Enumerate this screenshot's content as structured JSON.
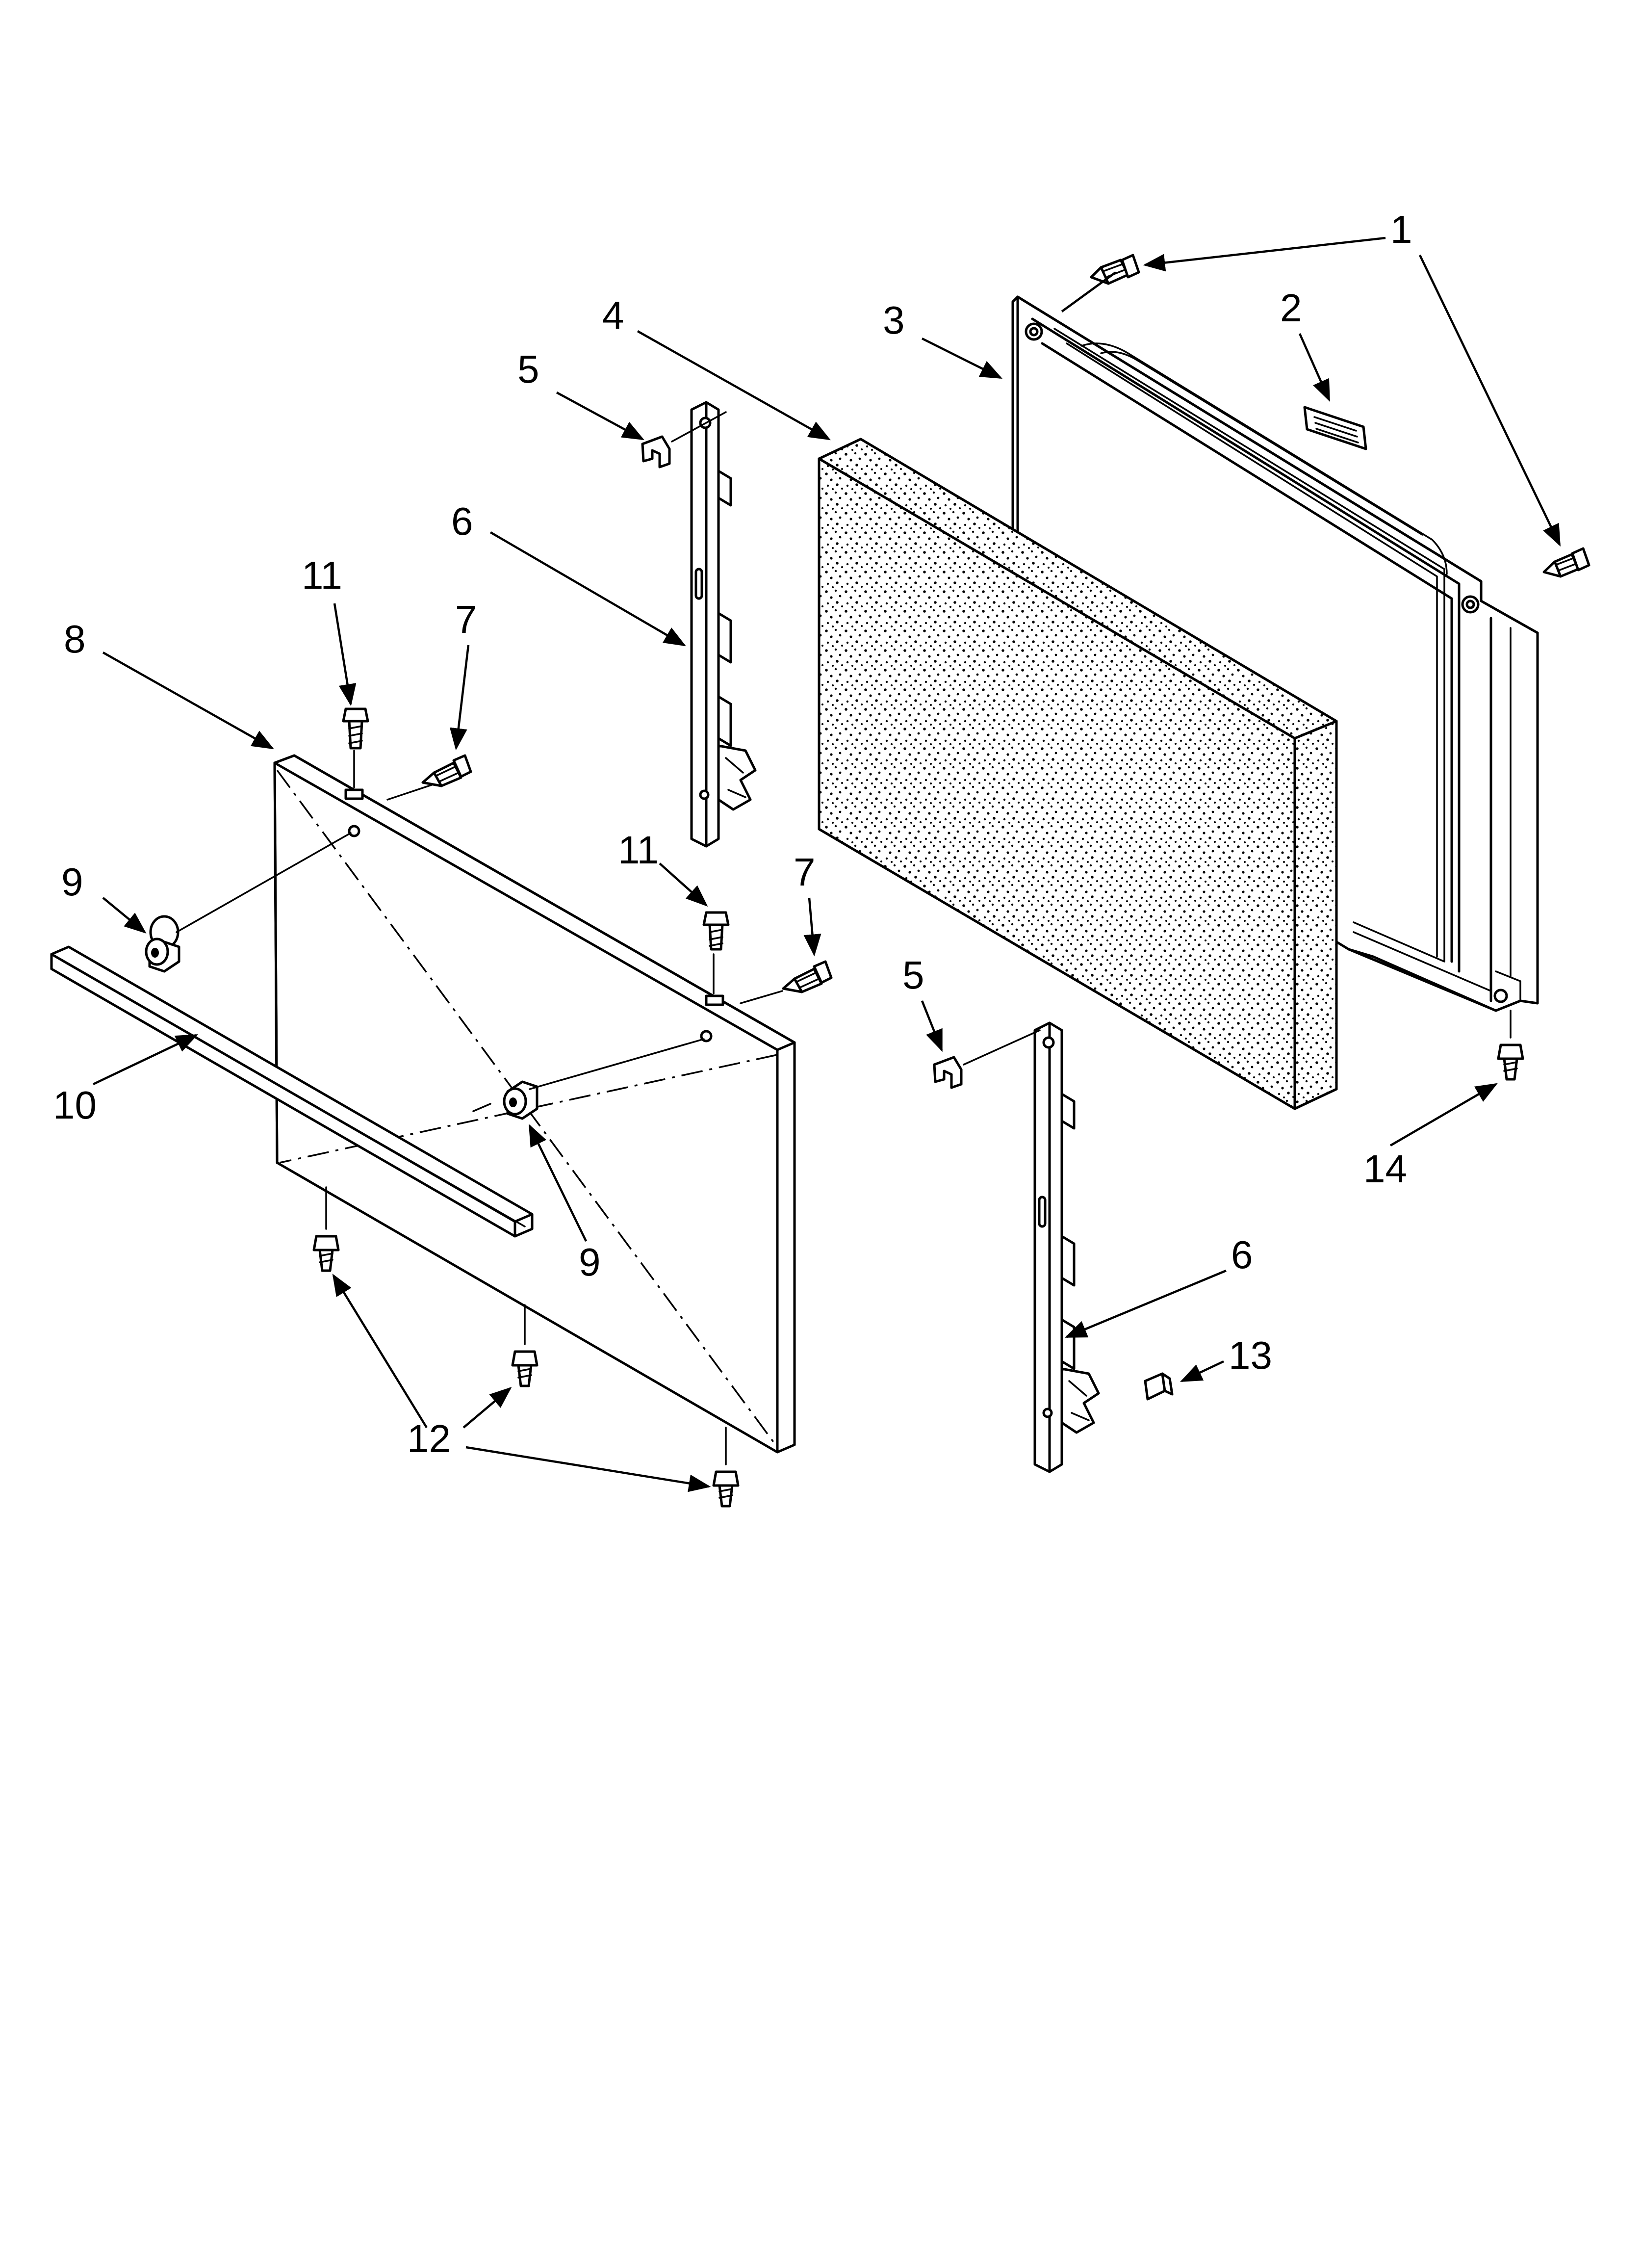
{
  "diagram": {
    "callouts": [
      {
        "id": "c1",
        "label": "1"
      },
      {
        "id": "c2",
        "label": "2"
      },
      {
        "id": "c3",
        "label": "3"
      },
      {
        "id": "c4",
        "label": "4"
      },
      {
        "id": "c5a",
        "label": "5"
      },
      {
        "id": "c5b",
        "label": "5"
      },
      {
        "id": "c6a",
        "label": "6"
      },
      {
        "id": "c6b",
        "label": "6"
      },
      {
        "id": "c7a",
        "label": "7"
      },
      {
        "id": "c7b",
        "label": "7"
      },
      {
        "id": "c8",
        "label": "8"
      },
      {
        "id": "c9a",
        "label": "9"
      },
      {
        "id": "c9b",
        "label": "9"
      },
      {
        "id": "c10",
        "label": "10"
      },
      {
        "id": "c11a",
        "label": "11"
      },
      {
        "id": "c11b",
        "label": "11"
      },
      {
        "id": "c12",
        "label": "12"
      },
      {
        "id": "c13",
        "label": "13"
      },
      {
        "id": "c14",
        "label": "14"
      }
    ]
  }
}
